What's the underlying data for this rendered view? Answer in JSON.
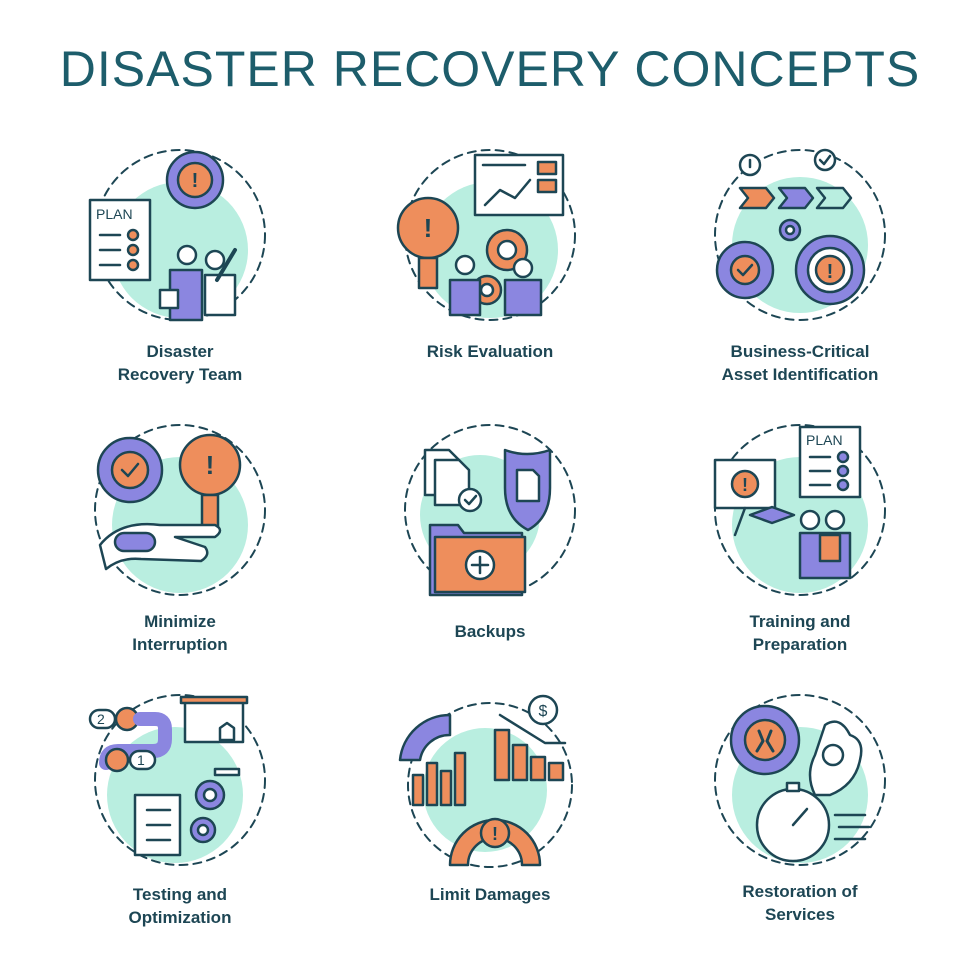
{
  "title": "DISASTER RECOVERY CONCEPTS",
  "colors": {
    "outline": "#1d4654",
    "purple": "#8b86e0",
    "orange": "#ee8e5c",
    "mint": "#b9eee0",
    "title": "#1d5d6b"
  },
  "concepts": [
    {
      "icon": "disaster-recovery-team-icon",
      "lines": [
        "Disaster",
        "Recovery Team"
      ],
      "plan": "PLAN"
    },
    {
      "icon": "risk-evaluation-icon",
      "lines": [
        "Risk Evaluation"
      ]
    },
    {
      "icon": "asset-identification-icon",
      "lines": [
        "Business-Critical",
        "Asset Identification"
      ]
    },
    {
      "icon": "minimize-interruption-icon",
      "lines": [
        "Minimize",
        "Interruption"
      ]
    },
    {
      "icon": "backups-icon",
      "lines": [
        "Backups"
      ]
    },
    {
      "icon": "training-preparation-icon",
      "lines": [
        "Training and",
        "Preparation"
      ],
      "plan": "PLAN"
    },
    {
      "icon": "testing-optimization-icon",
      "lines": [
        "Testing and",
        "Optimization"
      ],
      "step_numbers": [
        "2",
        "1"
      ]
    },
    {
      "icon": "limit-damages-icon",
      "lines": [
        "Limit Damages"
      ]
    },
    {
      "icon": "restoration-services-icon",
      "lines": [
        "Restoration of",
        "Services"
      ]
    }
  ]
}
